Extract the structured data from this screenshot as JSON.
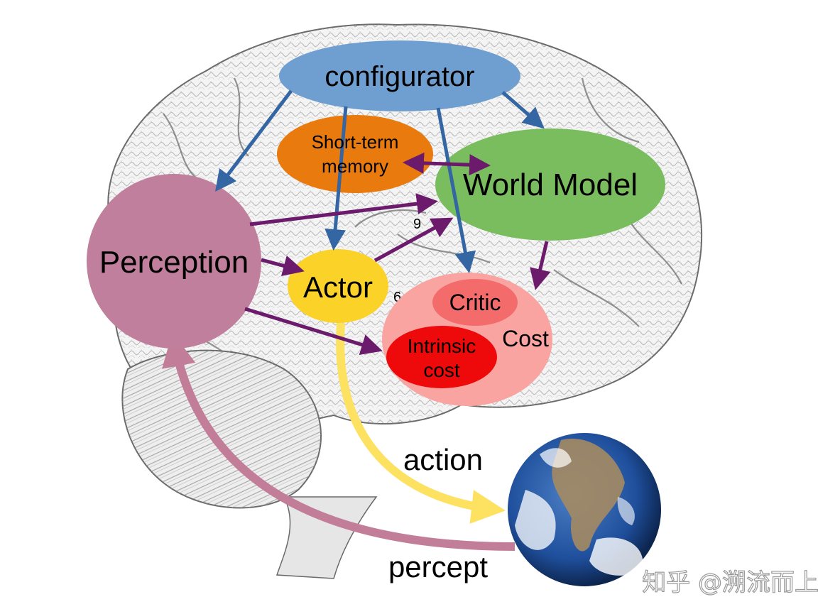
{
  "nodes": {
    "configurator": {
      "label": "configurator",
      "color": "#6f9fd0"
    },
    "short_term_memory": {
      "label_line1": "Short-term",
      "label_line2": "memory",
      "color": "#e87a0e"
    },
    "world_model": {
      "label": "World Model",
      "color": "#79bd5e"
    },
    "perception": {
      "label": "Perception",
      "color": "#c07f9c"
    },
    "actor": {
      "label": "Actor",
      "color": "#fbd228"
    },
    "cost": {
      "label": "Cost",
      "color": "#f9a4a1"
    },
    "critic": {
      "label": "Critic",
      "color": "#f36b6b"
    },
    "intrinsic_cost": {
      "label_line1": "Intrinsic",
      "label_line2": "cost",
      "color": "#ee0a0a"
    }
  },
  "flow_labels": {
    "action": "action",
    "percept": "percept"
  },
  "brain_marks": {
    "mark_9": "9",
    "mark_6": "6"
  },
  "watermark": "知乎 @溯流而上",
  "colors": {
    "config_arrow": "#3566a4",
    "module_arrow": "#6b1a6c",
    "action_arrow": "#fde262",
    "percept_arrow": "#c27e98",
    "brain_line": "#6a6a6a",
    "earth_ocean": "#1f4f9c"
  }
}
